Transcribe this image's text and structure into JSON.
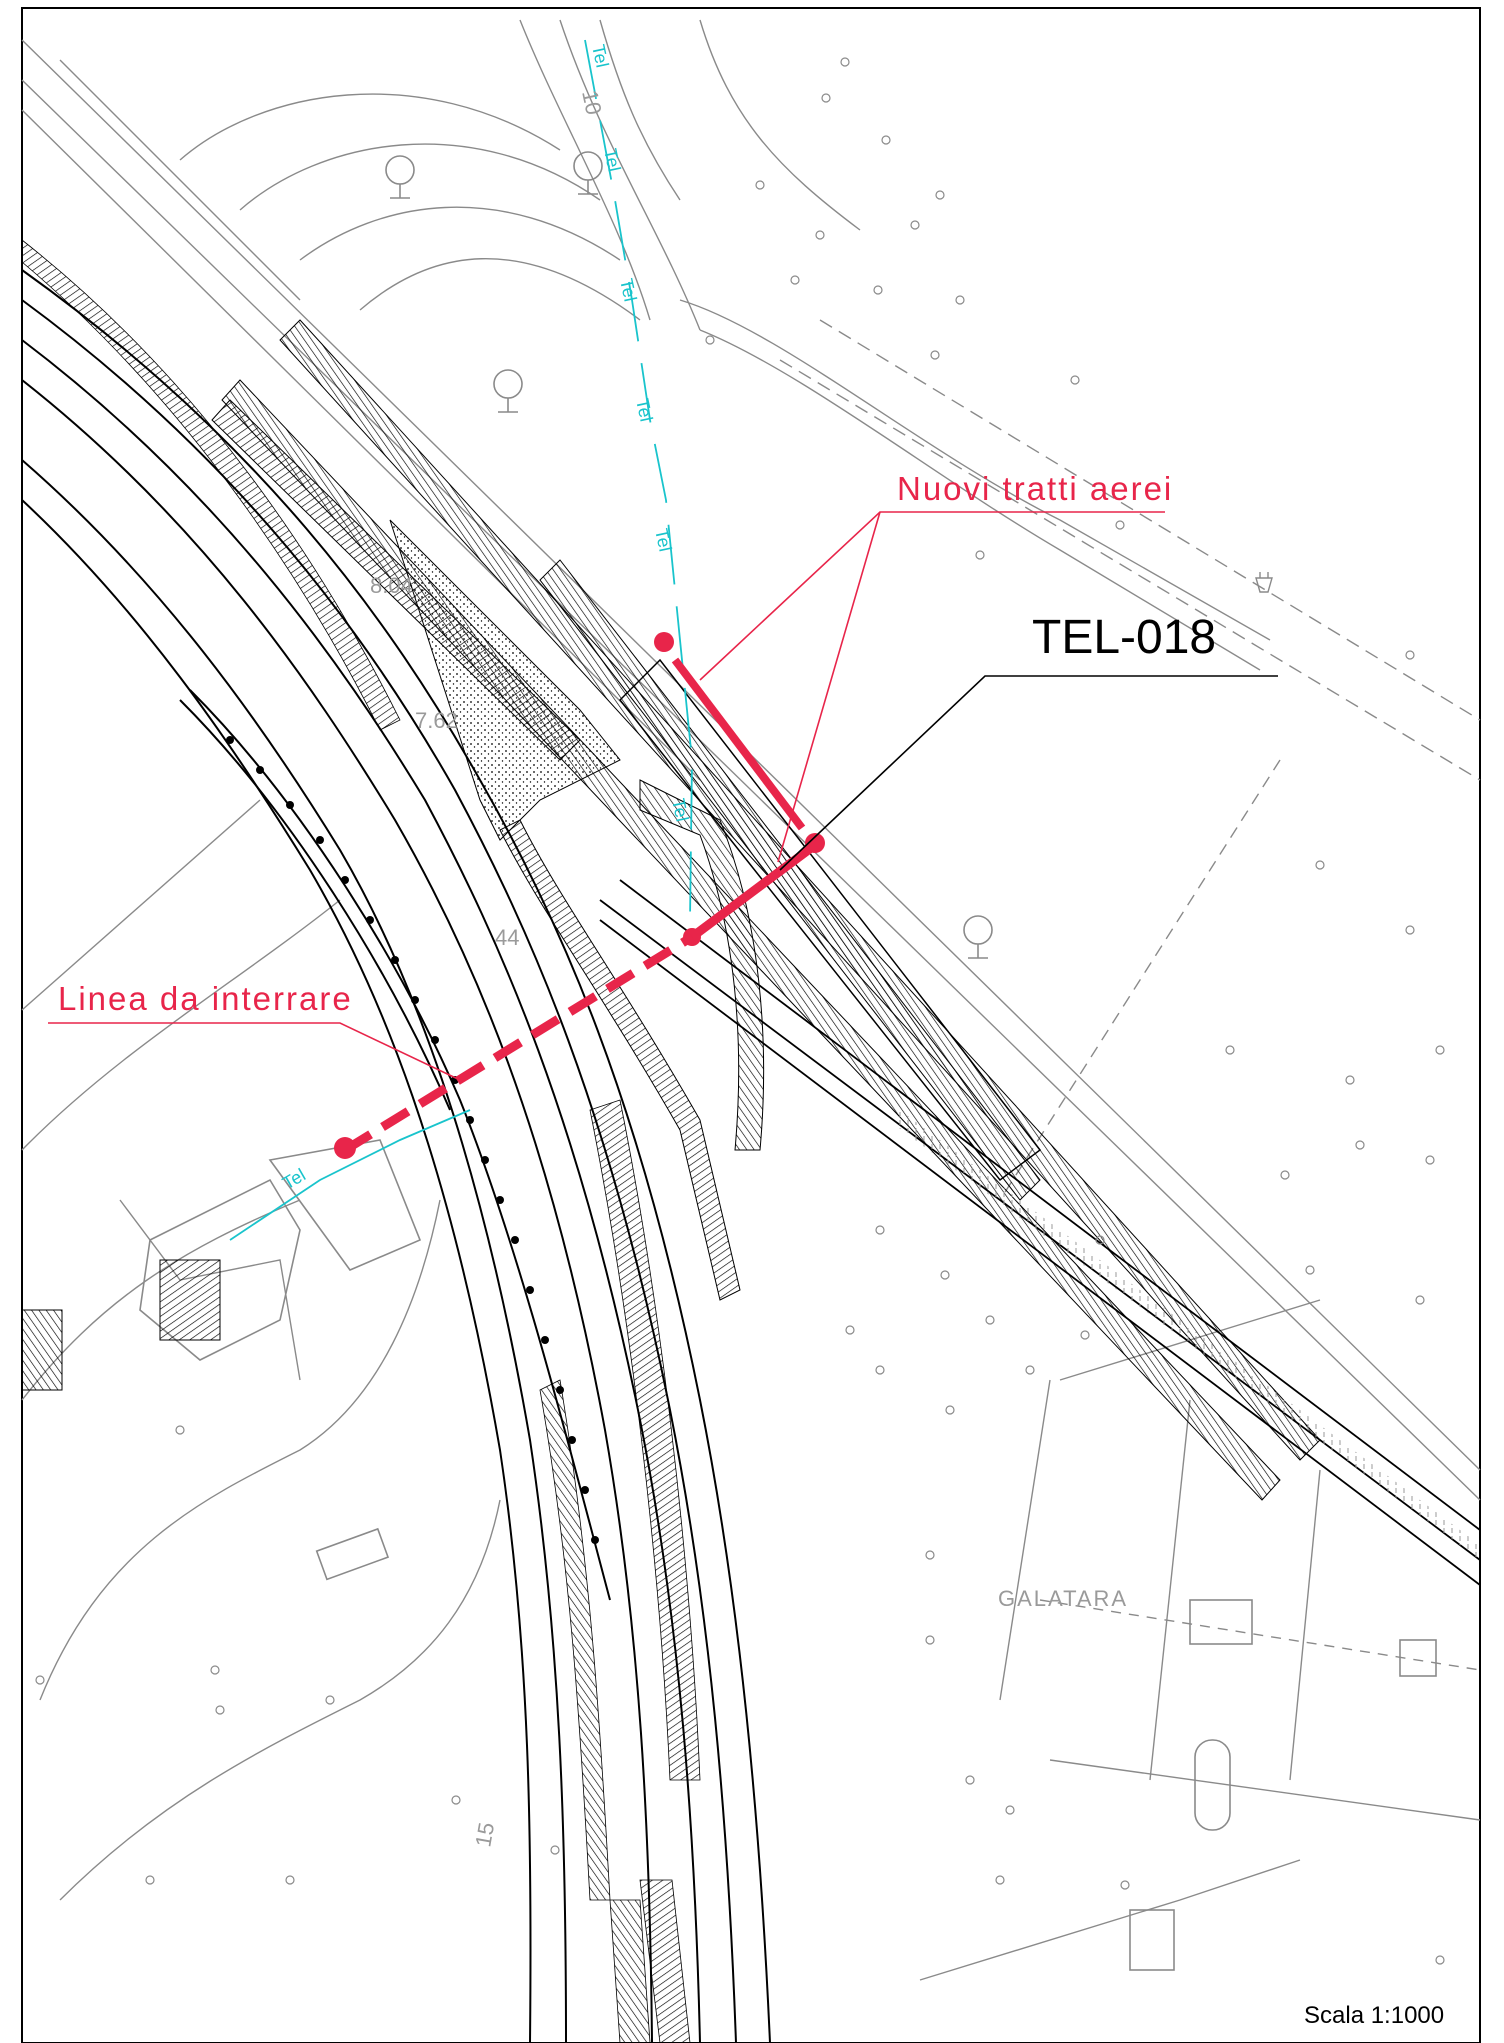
{
  "labels": {
    "new_aerial": "Nuovi tratti aerei",
    "underground": "Linea da interrare",
    "code": "TEL-018",
    "place": "GALATARA",
    "scale": "Scala 1:1000",
    "tel": "Tel",
    "elev_1": "8.04",
    "elev_2": "7.62",
    "elev_3": "44",
    "contour_10": "10",
    "contour_15": "15"
  },
  "colors": {
    "highlight_red": "#e8254a",
    "telecom_cyan": "#19c4cc",
    "base_line": "#8a8a8a",
    "road_line": "#000000"
  },
  "icons": [
    "tree-symbol",
    "utility-pole-symbol",
    "point-marker"
  ]
}
